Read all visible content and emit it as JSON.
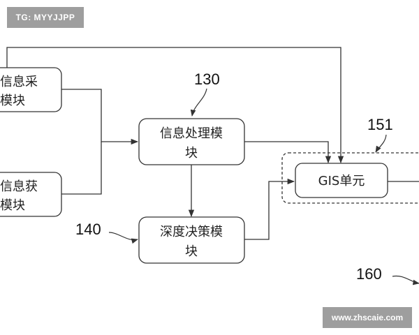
{
  "watermarks": {
    "top": "TG: MYYJJPP",
    "bottom": "www.zhscaie.com"
  },
  "boxes": {
    "info_collect": {
      "line1": "信息采",
      "line2": "模块"
    },
    "info_acquire": {
      "line1": "信息获",
      "line2": "模块"
    },
    "info_process": {
      "line1": "信息处理模",
      "line2": "块"
    },
    "deep_decision": {
      "line1": "深度决策模",
      "line2": "块"
    },
    "gis_unit": {
      "line1": "GIS单元"
    }
  },
  "refs": {
    "r130": "130",
    "r140": "140",
    "r151": "151",
    "r160": "160"
  }
}
